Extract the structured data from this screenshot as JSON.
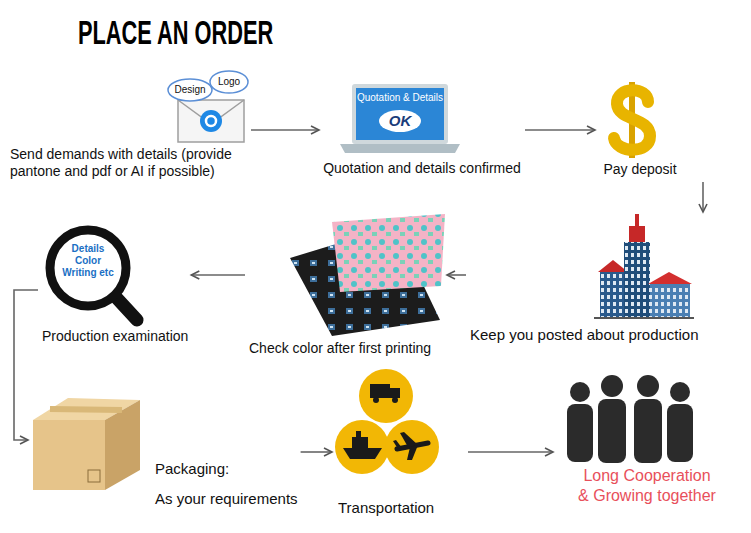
{
  "diagram": {
    "title": "PLACE AN ORDER",
    "nodes": [
      {
        "text": [
          "Design",
          "Logo",
          "Send demands with details (provide pantone and pdf or AI if possible)"
        ]
      },
      {
        "text": [
          "Quotation & Details",
          "OK",
          "Quotation and details confirmed"
        ]
      },
      {
        "text": [
          "Pay deposit"
        ]
      },
      {
        "text": [
          "Keep you posted about production"
        ]
      },
      {
        "text": [
          "Check color after first printing"
        ]
      },
      {
        "text": [
          "Details Color Writing etc",
          "Production examination"
        ]
      },
      {
        "text": [
          "Packaging:",
          "As your requirements"
        ]
      },
      {
        "text": [
          "Transportation"
        ]
      },
      {
        "text": [
          "Long Cooperation & Growing together"
        ]
      }
    ],
    "edges": [
      {
        "from": 0,
        "to": 1,
        "arrow": "to"
      },
      {
        "from": 1,
        "to": 2,
        "arrow": "to"
      },
      {
        "from": 2,
        "to": 3,
        "arrow": "to"
      },
      {
        "from": 3,
        "to": 4,
        "arrow": "to"
      },
      {
        "from": 4,
        "to": 5,
        "arrow": "to"
      },
      {
        "from": 5,
        "to": 6,
        "arrow": "to"
      },
      {
        "from": 6,
        "to": 7,
        "arrow": "to"
      },
      {
        "from": 7,
        "to": 8,
        "arrow": "to"
      }
    ]
  }
}
